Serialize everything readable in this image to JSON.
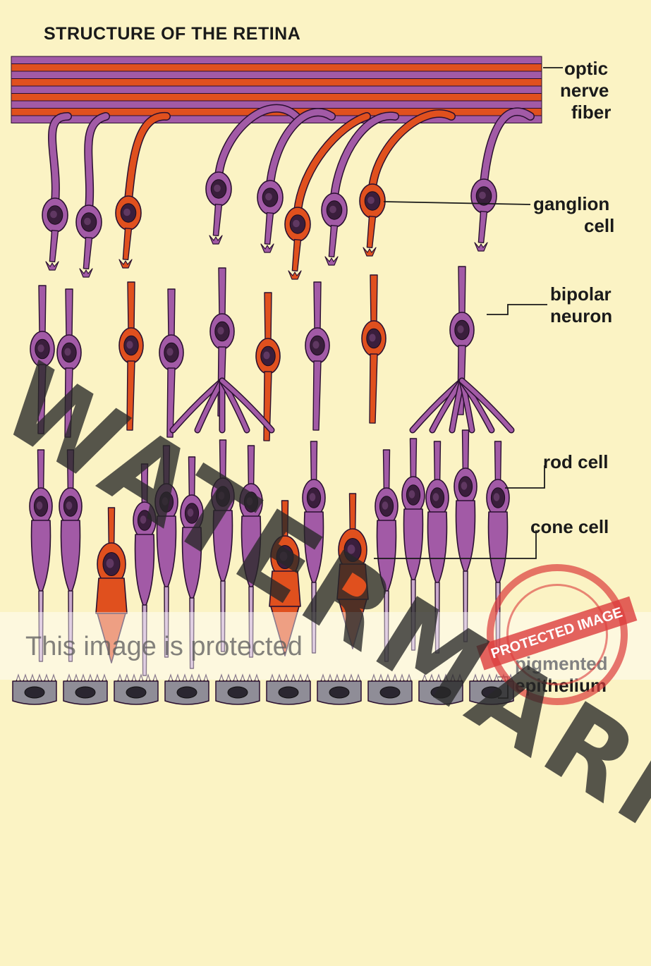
{
  "title": "STRUCTURE OF THE RETINA",
  "labels": {
    "optic_nerve_fiber": [
      "optic",
      "nerve",
      "fiber"
    ],
    "ganglion_cell": [
      "ganglion",
      "cell"
    ],
    "bipolar_neuron": [
      "bipolar",
      "neuron"
    ],
    "rod_cell": "rod cell",
    "cone_cell": "cone cell",
    "pigmented_epithelium": [
      "pigmented",
      "epithelium"
    ]
  },
  "watermark": {
    "main": "WATERMARKED",
    "protected_notice": "This image is protected",
    "stamp_text": "PROTECTED IMAGE"
  },
  "colors": {
    "background": "#fbf3c4",
    "rod_purple": "#a25aa6",
    "cone_orange": "#e0501e",
    "outline": "#2a1030",
    "epithelium": "#8f8d97",
    "nucleus": "#3a1e3c"
  }
}
